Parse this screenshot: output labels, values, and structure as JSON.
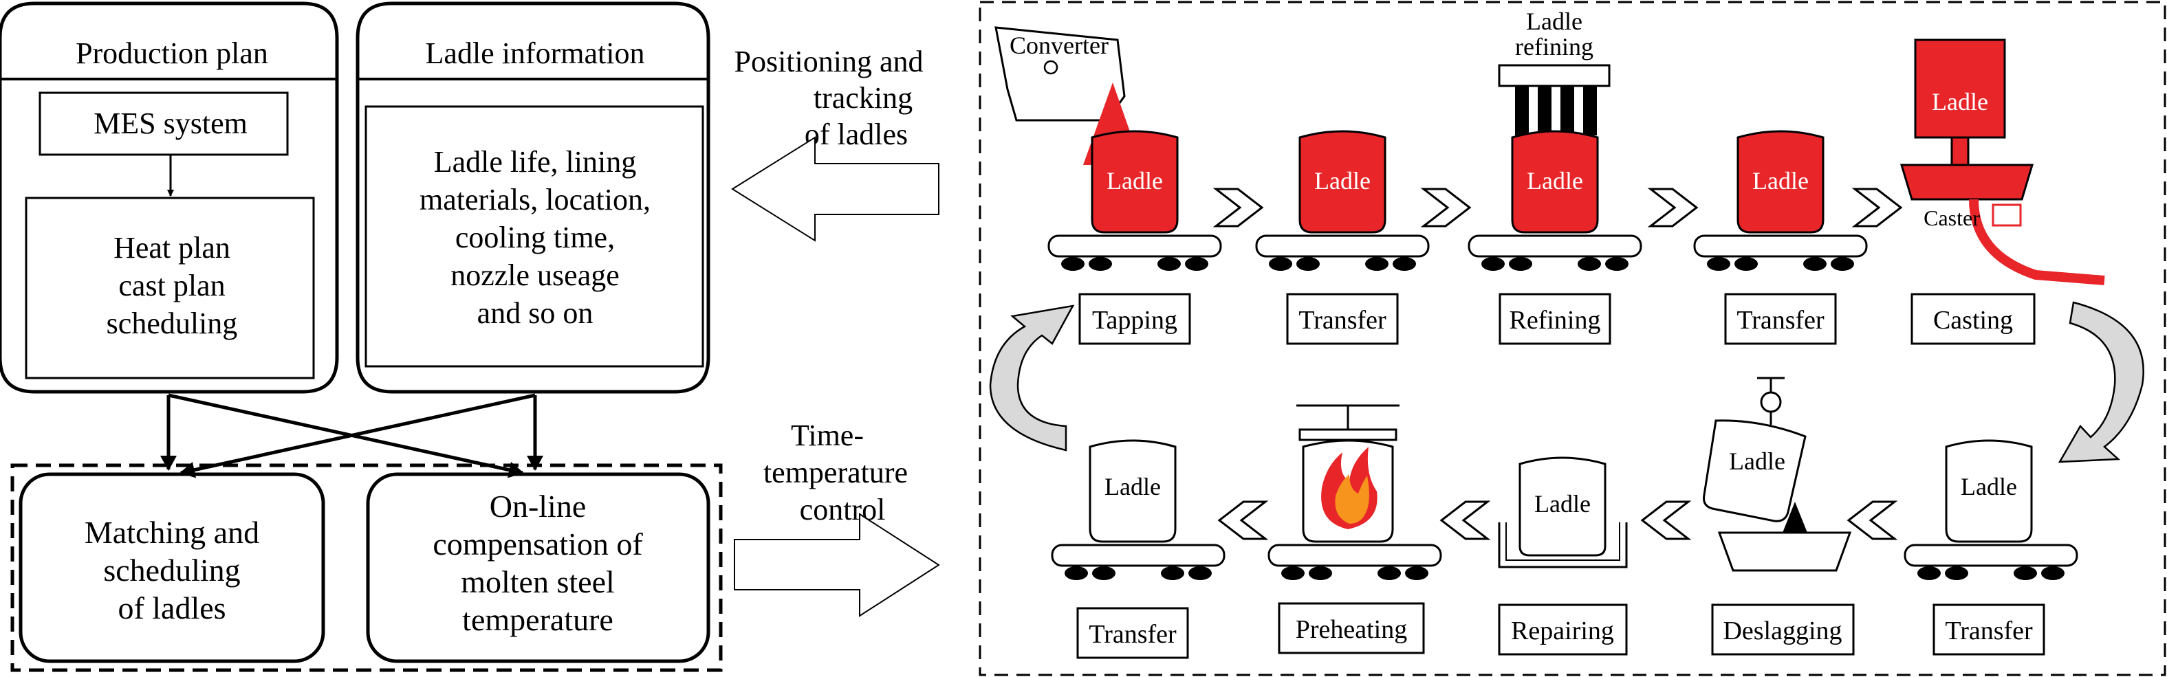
{
  "left_panel": {
    "production_plan": {
      "title": "Production plan",
      "mes": "MES system",
      "heat_plan_lines": [
        "Heat plan",
        "cast plan",
        "scheduling"
      ]
    },
    "ladle_information": {
      "title": "Ladle information",
      "detail_lines": [
        "Ladle life, lining",
        "materials, location,",
        "cooling time,",
        "nozzle useage",
        "and so on"
      ]
    },
    "matching": {
      "lines": [
        "Matching and",
        "scheduling",
        "of ladles"
      ]
    },
    "compensation": {
      "lines": [
        "On-line",
        "compensation of",
        "molten steel",
        "temperature"
      ]
    }
  },
  "middle": {
    "positioning_lines": [
      "Positioning and",
      "tracking",
      "of ladles"
    ],
    "time_temp_lines": [
      "Time-",
      "temperature",
      "control"
    ]
  },
  "process": {
    "converter_label": "Converter",
    "refining_label_lines": [
      "Ladle",
      "refining"
    ],
    "caster_label": "Caster",
    "ladle_text": "Ladle",
    "top_steps": [
      "Tapping",
      "Transfer",
      "Refining",
      "Transfer",
      "Casting"
    ],
    "bottom_steps": [
      "Transfer",
      "Preheating",
      "Repairing",
      "Deslagging",
      "Transfer"
    ]
  },
  "colors": {
    "molten_steel": "#e8262a",
    "flame_outer": "#e8262a",
    "flame_inner": "#f7941d",
    "cycle_arrow": "#d9d9d9"
  }
}
